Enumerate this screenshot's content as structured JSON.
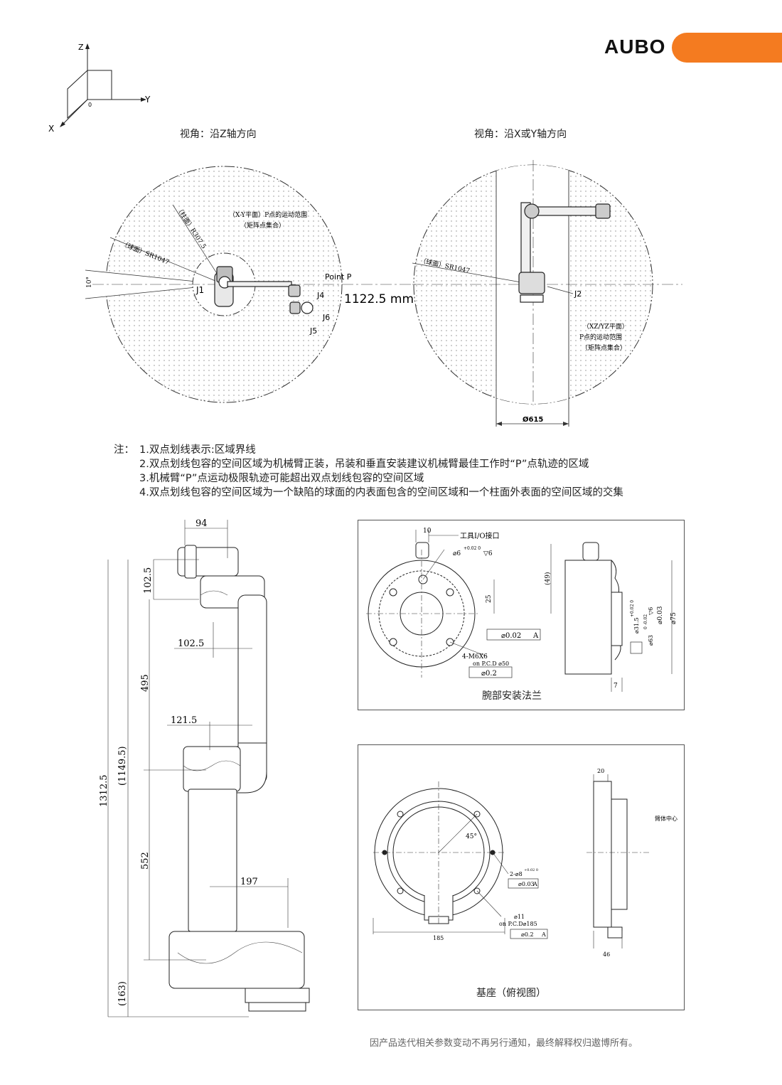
{
  "brand": {
    "name": "AUBO",
    "accent_color": "#f47b20"
  },
  "axes": {
    "z": "Z",
    "y": "Y",
    "x": "X",
    "origin": "0"
  },
  "view_z": {
    "title": "视角：沿Z轴方向",
    "sr": "（球面）SR1047",
    "r": "（柱面）R307.5",
    "region_line1": "（X-Y平面）P点的运动范围",
    "region_line2": "（矩阵点集合）",
    "angle": "10°",
    "j1": "J1",
    "point_p": "Point P",
    "j4": "J4",
    "j6": "J6",
    "j5": "J5",
    "reach": "1122.5 mm"
  },
  "view_xy": {
    "title": "视角：沿X或Y轴方向",
    "sr": "（球面）SR1047",
    "j2": "J2",
    "region_line1": "（XZ/YZ平面）",
    "region_line2": "P点的运动范围",
    "region_line3": "（矩阵点集合）",
    "dia": "Ø615"
  },
  "notes": {
    "lead": "注：",
    "items": [
      "1.双点划线表示:区域界线",
      "2.双点划线包容的空间区域为机械臂正装，吊装和垂直安装建议机械臂最佳工作时“P”点轨迹的区域",
      "3.机械臂“P”点运动极限轨迹可能超出双点划线包容的空间区域",
      "4.双点划线包容的空间区域为一个缺陷的球面的内表面包含的空间区域和一个柱面外表面的空间区域的交集"
    ]
  },
  "arm_dims": {
    "d94": "94",
    "d102_5_v": "102.5",
    "d102_5_h": "102.5",
    "d495": "495",
    "d121_5": "121.5",
    "d552": "552",
    "d197": "197",
    "d1312_5": "1312.5",
    "d1149_5": "(1149.5)",
    "d163": "(163)"
  },
  "flange": {
    "caption": "腕部安装法兰",
    "io": "工具I/O接口",
    "d10": "10",
    "hole": "⌀6",
    "hole_tol": "+0.02 0",
    "hole_depth": "▽6",
    "d25": "25",
    "tol1": "⌀0.02",
    "datum": "A",
    "screws": "4-M6X6",
    "pcd": "on P.C.D ⌀50",
    "tol2": "⌀0.2",
    "d49": "(49)",
    "d31_5": "⌀31.5",
    "d31_5_tol": "+0.02 0",
    "d63": "⌀63",
    "d63_tol": "0 -0.02",
    "d63_depth": "▽6",
    "tol3": "⌀0.03",
    "d75": "⌀75",
    "d7": "7"
  },
  "base": {
    "caption": "基座（俯视图）",
    "angle": "45°",
    "pins": "2-⌀8",
    "pins_tol": "+0.02 0",
    "tol1": "⌀0.03",
    "datum": "A",
    "hole": "⌀11",
    "pcd": "on P.C.D⌀185",
    "tol2": "⌀0.2",
    "d185": "185",
    "d20": "20",
    "center_label": "臂体中心",
    "d46": "46"
  },
  "footer": "因产品迭代相关参数变动不再另行通知，最终解释权归遨博所有。"
}
